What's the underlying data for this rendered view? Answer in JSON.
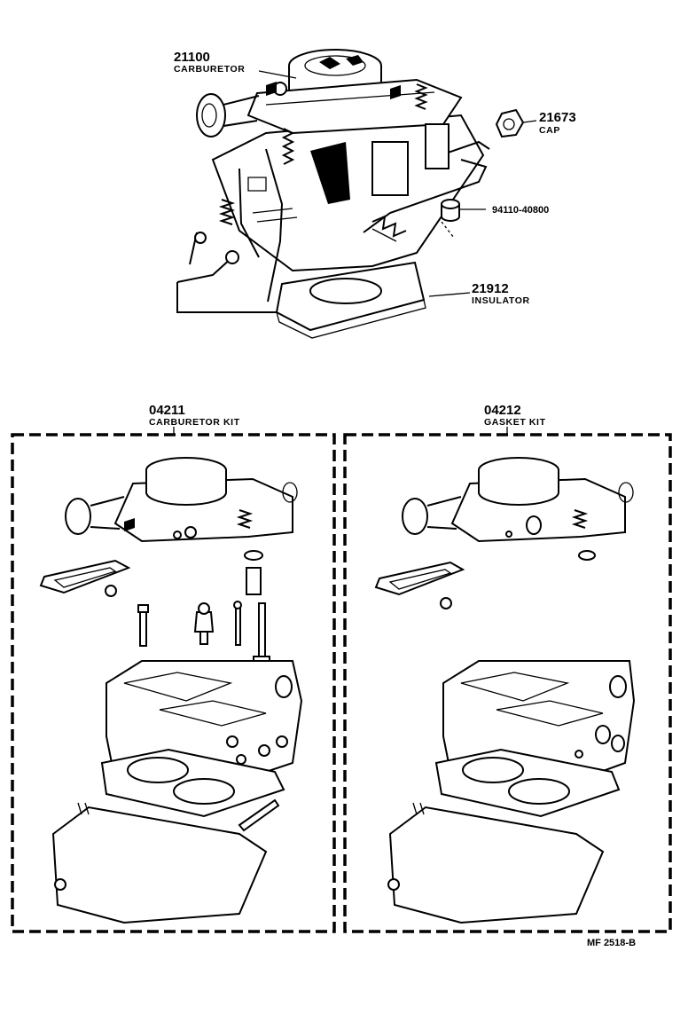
{
  "parts": {
    "carburetor": {
      "number": "21100",
      "name": "CARBURETOR"
    },
    "cap": {
      "number": "21673",
      "name": "CAP"
    },
    "plug": {
      "number": "94110-40800"
    },
    "insulator": {
      "number": "21912",
      "name": "INSULATOR"
    },
    "carburetor_kit": {
      "number": "04211",
      "name": "CARBURETOR KIT"
    },
    "gasket_kit": {
      "number": "04212",
      "name": "GASKET KIT"
    }
  },
  "footer": {
    "code": "MF 2518-B"
  }
}
